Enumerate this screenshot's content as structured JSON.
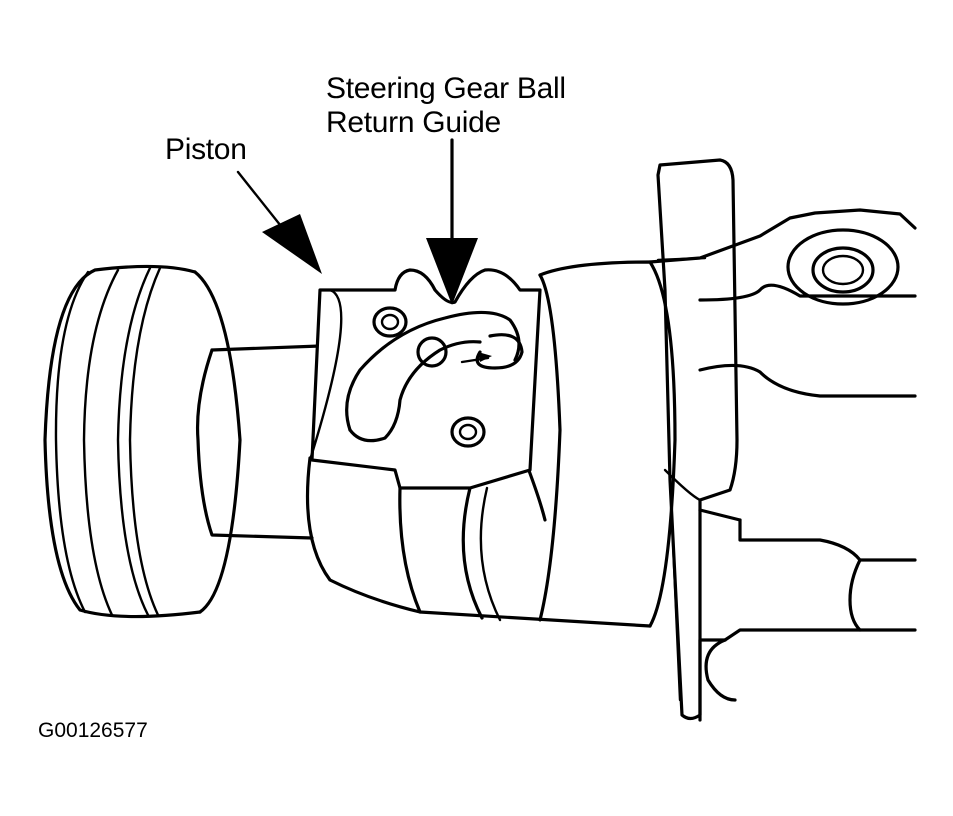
{
  "labels": {
    "piston": "Piston",
    "guide_line1": "Steering Gear Ball",
    "guide_line2": "Return Guide"
  },
  "figure_id": "G00126577",
  "colors": {
    "ink": "#000000",
    "background": "#ffffff"
  }
}
